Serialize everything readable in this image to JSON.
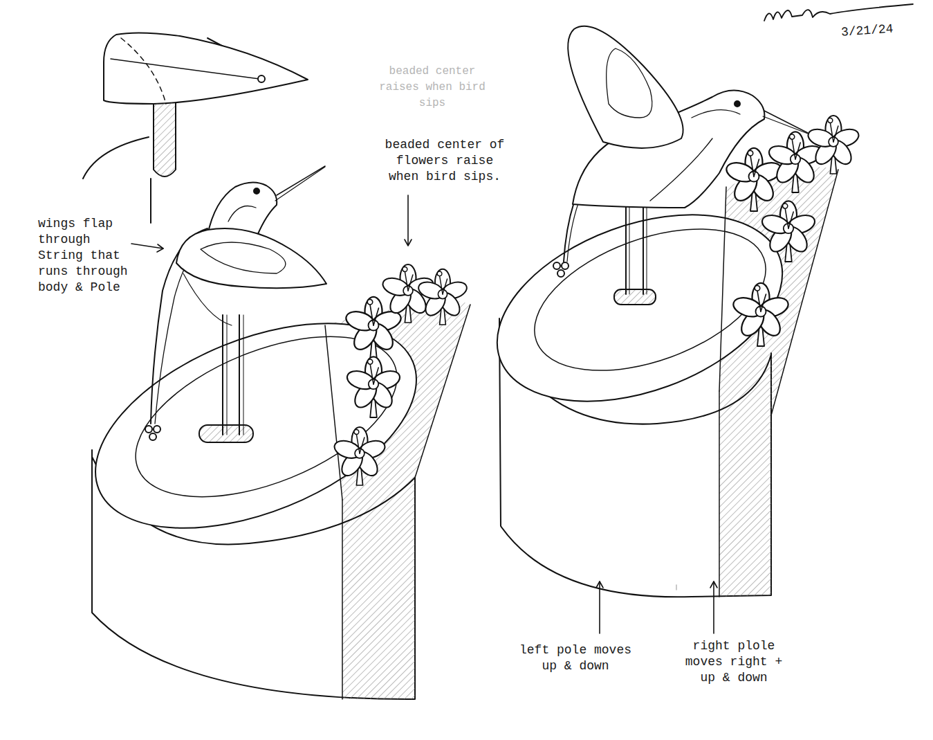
{
  "diagram": {
    "labels": [
      "3/21/24",
      "beaded center raises when bird sips",
      "beaded center of flowers raise when bird sips.",
      "wings flap through String that runs through body & Pole",
      "left pole moves up & down",
      "right plole moves right + up & down"
    ]
  }
}
